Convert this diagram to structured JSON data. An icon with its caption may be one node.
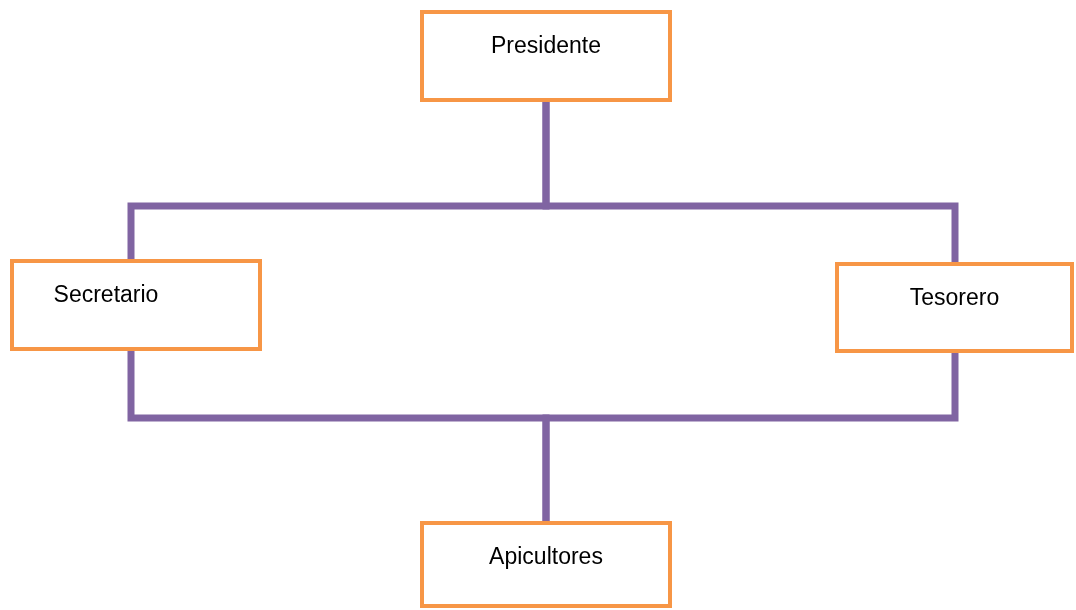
{
  "diagram": {
    "nodes": [
      {
        "text": [
          "Presidente"
        ]
      },
      {
        "text": [
          "Secretario"
        ]
      },
      {
        "text": [
          "Tesorero"
        ]
      },
      {
        "text": [
          "Apicultores"
        ]
      }
    ],
    "edges": [
      {
        "from": 0,
        "to": 1,
        "arrow": "none"
      },
      {
        "from": 0,
        "to": 2,
        "arrow": "none"
      },
      {
        "from": 1,
        "to": 3,
        "arrow": "none"
      },
      {
        "from": 2,
        "to": 3,
        "arrow": "none"
      }
    ]
  }
}
